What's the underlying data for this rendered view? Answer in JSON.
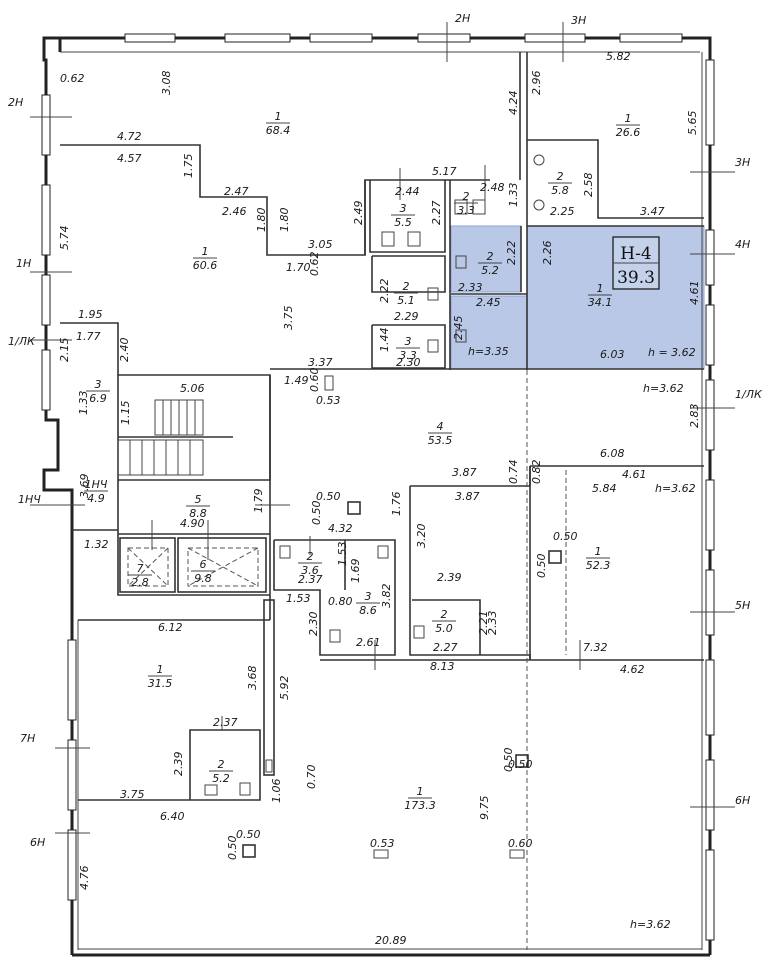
{
  "highlight": {
    "unit_name": "Н-4",
    "unit_area": "39.3",
    "fill_color": "#b9c8e6",
    "stroke_color": "#8ea4d0"
  },
  "axes": [
    {
      "id": "2n-top",
      "label": "2Н"
    },
    {
      "id": "3n-top",
      "label": "3Н"
    },
    {
      "id": "2n-left",
      "label": "2Н"
    },
    {
      "id": "3n-right",
      "label": "3Н"
    },
    {
      "id": "4n-right",
      "label": "4Н"
    },
    {
      "id": "1n-left",
      "label": "1Н"
    },
    {
      "id": "1lk-left",
      "label": "1/ЛК"
    },
    {
      "id": "1lk-right",
      "label": "1/ЛК"
    },
    {
      "id": "1nch-left",
      "label": "1НЧ"
    },
    {
      "id": "5n-right",
      "label": "5Н"
    },
    {
      "id": "7n-left",
      "label": "7Н"
    },
    {
      "id": "6n-right",
      "label": "6Н"
    },
    {
      "id": "6n-left",
      "label": "6Н"
    }
  ],
  "rooms": [
    {
      "id": "r1",
      "num": "1",
      "area": "68.4"
    },
    {
      "id": "r2",
      "num": "1",
      "area": "26.6"
    },
    {
      "id": "r3",
      "num": "2",
      "area": "5.8"
    },
    {
      "id": "r4",
      "num": "3",
      "area": "5.5"
    },
    {
      "id": "r5",
      "num": "2",
      "area": "3.3"
    },
    {
      "id": "r6",
      "num": "1",
      "area": "60.6"
    },
    {
      "id": "r7",
      "num": "2",
      "area": "5.2"
    },
    {
      "id": "r8",
      "num": "1",
      "area": "34.1"
    },
    {
      "id": "r9",
      "num": "2",
      "area": "5.1"
    },
    {
      "id": "r10",
      "num": "3",
      "area": "3.3"
    },
    {
      "id": "r11",
      "num": "3",
      "area": "6.9"
    },
    {
      "id": "r12",
      "num": "4",
      "area": "53.5"
    },
    {
      "id": "r13",
      "num": "1НЧ",
      "area": "4.9"
    },
    {
      "id": "r14",
      "num": "5",
      "area": "8.8"
    },
    {
      "id": "r15",
      "num": "1",
      "area": "52.3"
    },
    {
      "id": "r16",
      "num": "7",
      "area": "2.8"
    },
    {
      "id": "r17",
      "num": "6",
      "area": "9.8"
    },
    {
      "id": "r18",
      "num": "2",
      "area": "3.6"
    },
    {
      "id": "r19",
      "num": "3",
      "area": "8.6"
    },
    {
      "id": "r20",
      "num": "2",
      "area": "5.0"
    },
    {
      "id": "r21",
      "num": "1",
      "area": "31.5"
    },
    {
      "id": "r22",
      "num": "2",
      "area": "5.2"
    },
    {
      "id": "r23",
      "num": "1",
      "area": "173.3"
    }
  ],
  "dimensions": [
    "0.62",
    "3.08",
    "4.72",
    "4.57",
    "1.75",
    "2.47",
    "2.46",
    "1.80",
    "1.80",
    "4.24",
    "2.96",
    "5.82",
    "5.65",
    "5.17",
    "2.44",
    "2.48",
    "1.33",
    "2.58",
    "2.25",
    "3.47",
    "2.27",
    "2.49",
    "3.05",
    "1.70",
    "0.62",
    "5.74",
    "2.22",
    "2.26",
    "2.22",
    "2.33",
    "2.45",
    "2.29",
    "4.61",
    "1.95",
    "1.77",
    "2.15",
    "2.40",
    "3.75",
    "1.44",
    "2.30",
    "2.45",
    "6.03",
    "3.37",
    "1.49",
    "0.60",
    "0.53",
    "5.06",
    "1.33",
    "1.15",
    "2.83",
    "6.08",
    "3.87",
    "0.74",
    "0.82",
    "4.61",
    "3.87",
    "5.84",
    "3.69",
    "1.79",
    "0.50",
    "0.50",
    "1.76",
    "4.32",
    "4.90",
    "3.20",
    "0.50",
    "0.50",
    "1.32",
    "1.53",
    "1.69",
    "2.37",
    "3.82",
    "2.39",
    "1.53",
    "0.80",
    "2.30",
    "2.21",
    "2.33",
    "2.61",
    "2.27",
    "8.13",
    "7.32",
    "4.62",
    "6.12",
    "3.68",
    "5.92",
    "2.37",
    "2.39",
    "3.75",
    "1.06",
    "0.70",
    "0.50",
    "0.50",
    "9.75",
    "6.40",
    "0.50",
    "0.50",
    "0.53",
    "0.60",
    "4.76",
    "20.89"
  ],
  "heights": [
    "h=3.35",
    "h = 3.62",
    "h=3.62",
    "h=3.62",
    "h=3.62"
  ]
}
